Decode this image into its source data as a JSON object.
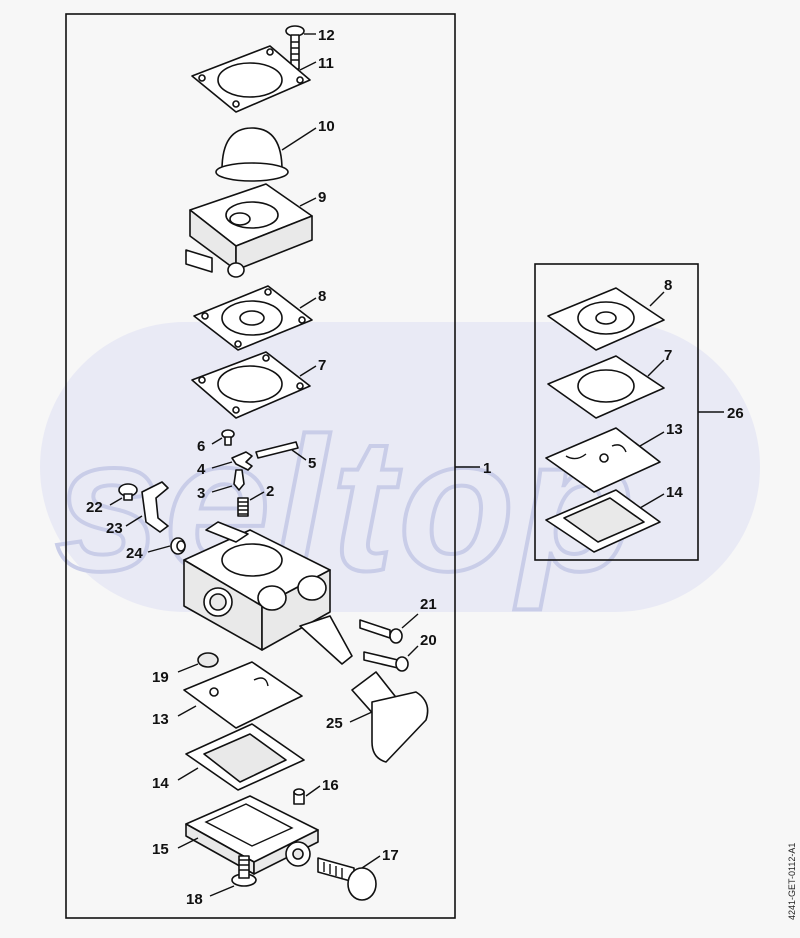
{
  "watermark": "seltop",
  "document_id": "4241-GET-0112-A1",
  "kits": {
    "main_kit_number": "1",
    "repair_kit_number": "26"
  },
  "callouts": {
    "c12": "12",
    "c11": "11",
    "c10": "10",
    "c9": "9",
    "c8": "8",
    "c7": "7",
    "c6": "6",
    "c5": "5",
    "c4": "4",
    "c3": "3",
    "c2": "2",
    "c22": "22",
    "c23": "23",
    "c24": "24",
    "c21": "21",
    "c20": "20",
    "c19": "19",
    "c25": "25",
    "c13": "13",
    "c14": "14",
    "c16": "16",
    "c15": "15",
    "c17": "17",
    "c18": "18",
    "k8": "8",
    "k7": "7",
    "k13": "13",
    "k14": "14"
  }
}
